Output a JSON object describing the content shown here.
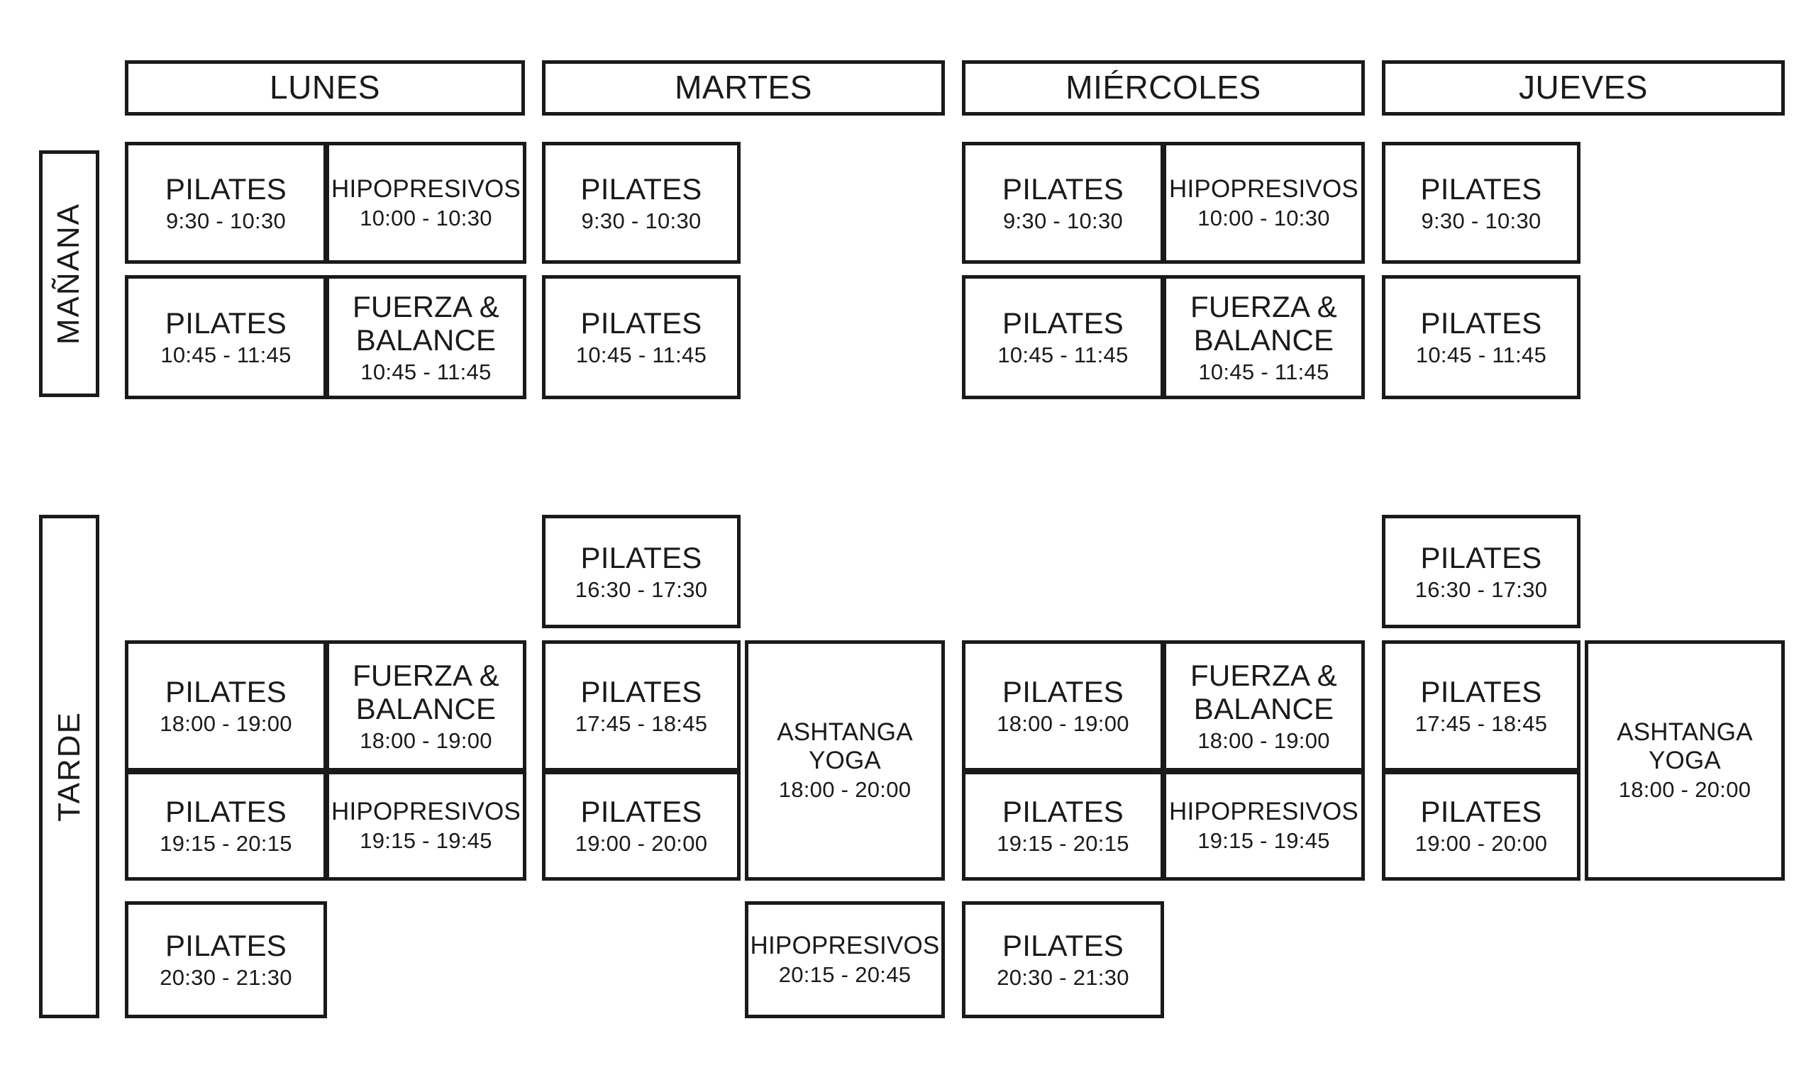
{
  "period_labels": [
    {
      "id": "manana",
      "text": "MAÑANA"
    },
    {
      "id": "tarde",
      "text": "TARDE"
    }
  ],
  "day_headers": [
    {
      "id": "lunes",
      "label": "LUNES"
    },
    {
      "id": "martes",
      "label": "MARTES"
    },
    {
      "id": "miercoles",
      "label": "MIÉRCOLES"
    },
    {
      "id": "jueves",
      "label": "JUEVES"
    }
  ],
  "classes": {
    "manana": {
      "lunes": [
        {
          "name": "PILATES",
          "time": "9:30 - 10:30"
        },
        {
          "name": "HIPOPRESIVOS",
          "time": "10:00 - 10:30"
        },
        {
          "name": "PILATES",
          "time": "10:45 - 11:45"
        },
        {
          "name": "FUERZA &\nBALANCE",
          "time": "10:45 - 11:45"
        }
      ],
      "martes": [
        {
          "name": "PILATES",
          "time": "9:30 - 10:30"
        },
        {
          "name": "PILATES",
          "time": "10:45 - 11:45"
        }
      ],
      "miercoles": [
        {
          "name": "PILATES",
          "time": "9:30 - 10:30"
        },
        {
          "name": "HIPOPRESIVOS",
          "time": "10:00 - 10:30"
        },
        {
          "name": "PILATES",
          "time": "10:45 - 11:45"
        },
        {
          "name": "FUERZA &\nBALANCE",
          "time": "10:45 - 11:45"
        }
      ],
      "jueves": [
        {
          "name": "PILATES",
          "time": "9:30 - 10:30"
        },
        {
          "name": "PILATES",
          "time": "10:45 - 11:45"
        }
      ]
    },
    "tarde": {
      "lunes": [
        {
          "name": "PILATES",
          "time": "18:00 - 19:00"
        },
        {
          "name": "FUERZA &\nBALANCE",
          "time": "18:00 - 19:00"
        },
        {
          "name": "PILATES",
          "time": "19:15 - 20:15"
        },
        {
          "name": "HIPOPRESIVOS",
          "time": "19:15 - 19:45"
        },
        {
          "name": "PILATES",
          "time": "20:30 - 21:30"
        }
      ],
      "martes": [
        {
          "name": "PILATES",
          "time": "16:30 - 17:30"
        },
        {
          "name": "PILATES",
          "time": "17:45 - 18:45"
        },
        {
          "name": "ASHTANGA\nYOGA",
          "time": "18:00 - 20:00"
        },
        {
          "name": "PILATES",
          "time": "19:00 - 20:00"
        },
        {
          "name": "HIPOPRESIVOS",
          "time": "20:15 - 20:45"
        }
      ],
      "miercoles": [
        {
          "name": "PILATES",
          "time": "18:00 - 19:00"
        },
        {
          "name": "FUERZA &\nBALANCE",
          "time": "18:00 - 19:00"
        },
        {
          "name": "PILATES",
          "time": "19:15 - 20:15"
        },
        {
          "name": "HIPOPRESIVOS",
          "time": "19:15 - 19:45"
        },
        {
          "name": "PILATES",
          "time": "20:30 - 21:30"
        }
      ],
      "jueves": [
        {
          "name": "PILATES",
          "time": "16:30 - 17:30"
        },
        {
          "name": "PILATES",
          "time": "17:45 - 18:45"
        },
        {
          "name": "ASHTANGA\nYOGA",
          "time": "18:00 - 20:00"
        },
        {
          "name": "PILATES",
          "time": "19:00 - 20:00"
        }
      ]
    }
  },
  "colors": {
    "border": "#1a1a1a",
    "background": "#ffffff",
    "text": "#1a1a1a"
  }
}
